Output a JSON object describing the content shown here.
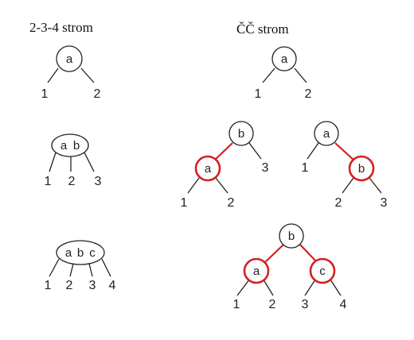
{
  "headings": {
    "left": "2-3-4 strom",
    "right": "ČČ strom"
  },
  "colors": {
    "red": "#d42020",
    "black": "#222222"
  },
  "tree234": {
    "node2": {
      "keys": [
        "a"
      ],
      "children": [
        "1",
        "2"
      ]
    },
    "node3": {
      "keys": [
        "a",
        "b"
      ],
      "children": [
        "1",
        "2",
        "3"
      ]
    },
    "node4": {
      "keys": [
        "a",
        "b",
        "c"
      ],
      "children": [
        "1",
        "2",
        "3",
        "4"
      ]
    }
  },
  "rb": {
    "single": {
      "root": "a",
      "leaves": [
        "1",
        "2"
      ]
    },
    "left_lean": {
      "root": "b",
      "red": "a",
      "leaves": [
        "1",
        "2",
        "3"
      ]
    },
    "right_lean": {
      "root": "a",
      "red": "b",
      "leaves": [
        "1",
        "2",
        "3"
      ]
    },
    "balanced": {
      "root": "b",
      "red_left": "a",
      "red_right": "c",
      "leaves": [
        "1",
        "2",
        "3",
        "4"
      ]
    }
  }
}
